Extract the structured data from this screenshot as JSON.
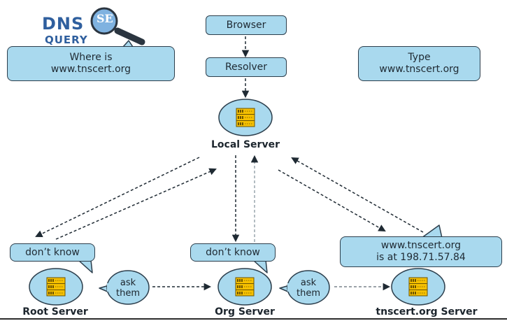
{
  "logo": {
    "word": "DNS",
    "sub": "QUERY",
    "mark": "SE"
  },
  "nodes": {
    "browser": "Browser",
    "resolver": "Resolver",
    "local_server": "Local Server",
    "root_server": "Root Server",
    "org_server": "Org Server",
    "tnscert_server": "tnscert.org Server"
  },
  "notes": {
    "where_is": [
      "Where is",
      "www.tnscert.org"
    ],
    "type": [
      "Type",
      "www.tnscert.org"
    ],
    "root_reply": "don’t know",
    "org_reply": "don’t know",
    "answer": [
      "www.tnscert.org",
      "is at 198.71.57.84"
    ],
    "ask_root": [
      "ask",
      "them"
    ],
    "ask_org": [
      "ask",
      "them"
    ]
  },
  "colors": {
    "bubble_fill": "#a9d9ee",
    "outline": "#2c3e4c",
    "server_disk": "#f5c000",
    "logo_blue": "#2f5f9e"
  }
}
